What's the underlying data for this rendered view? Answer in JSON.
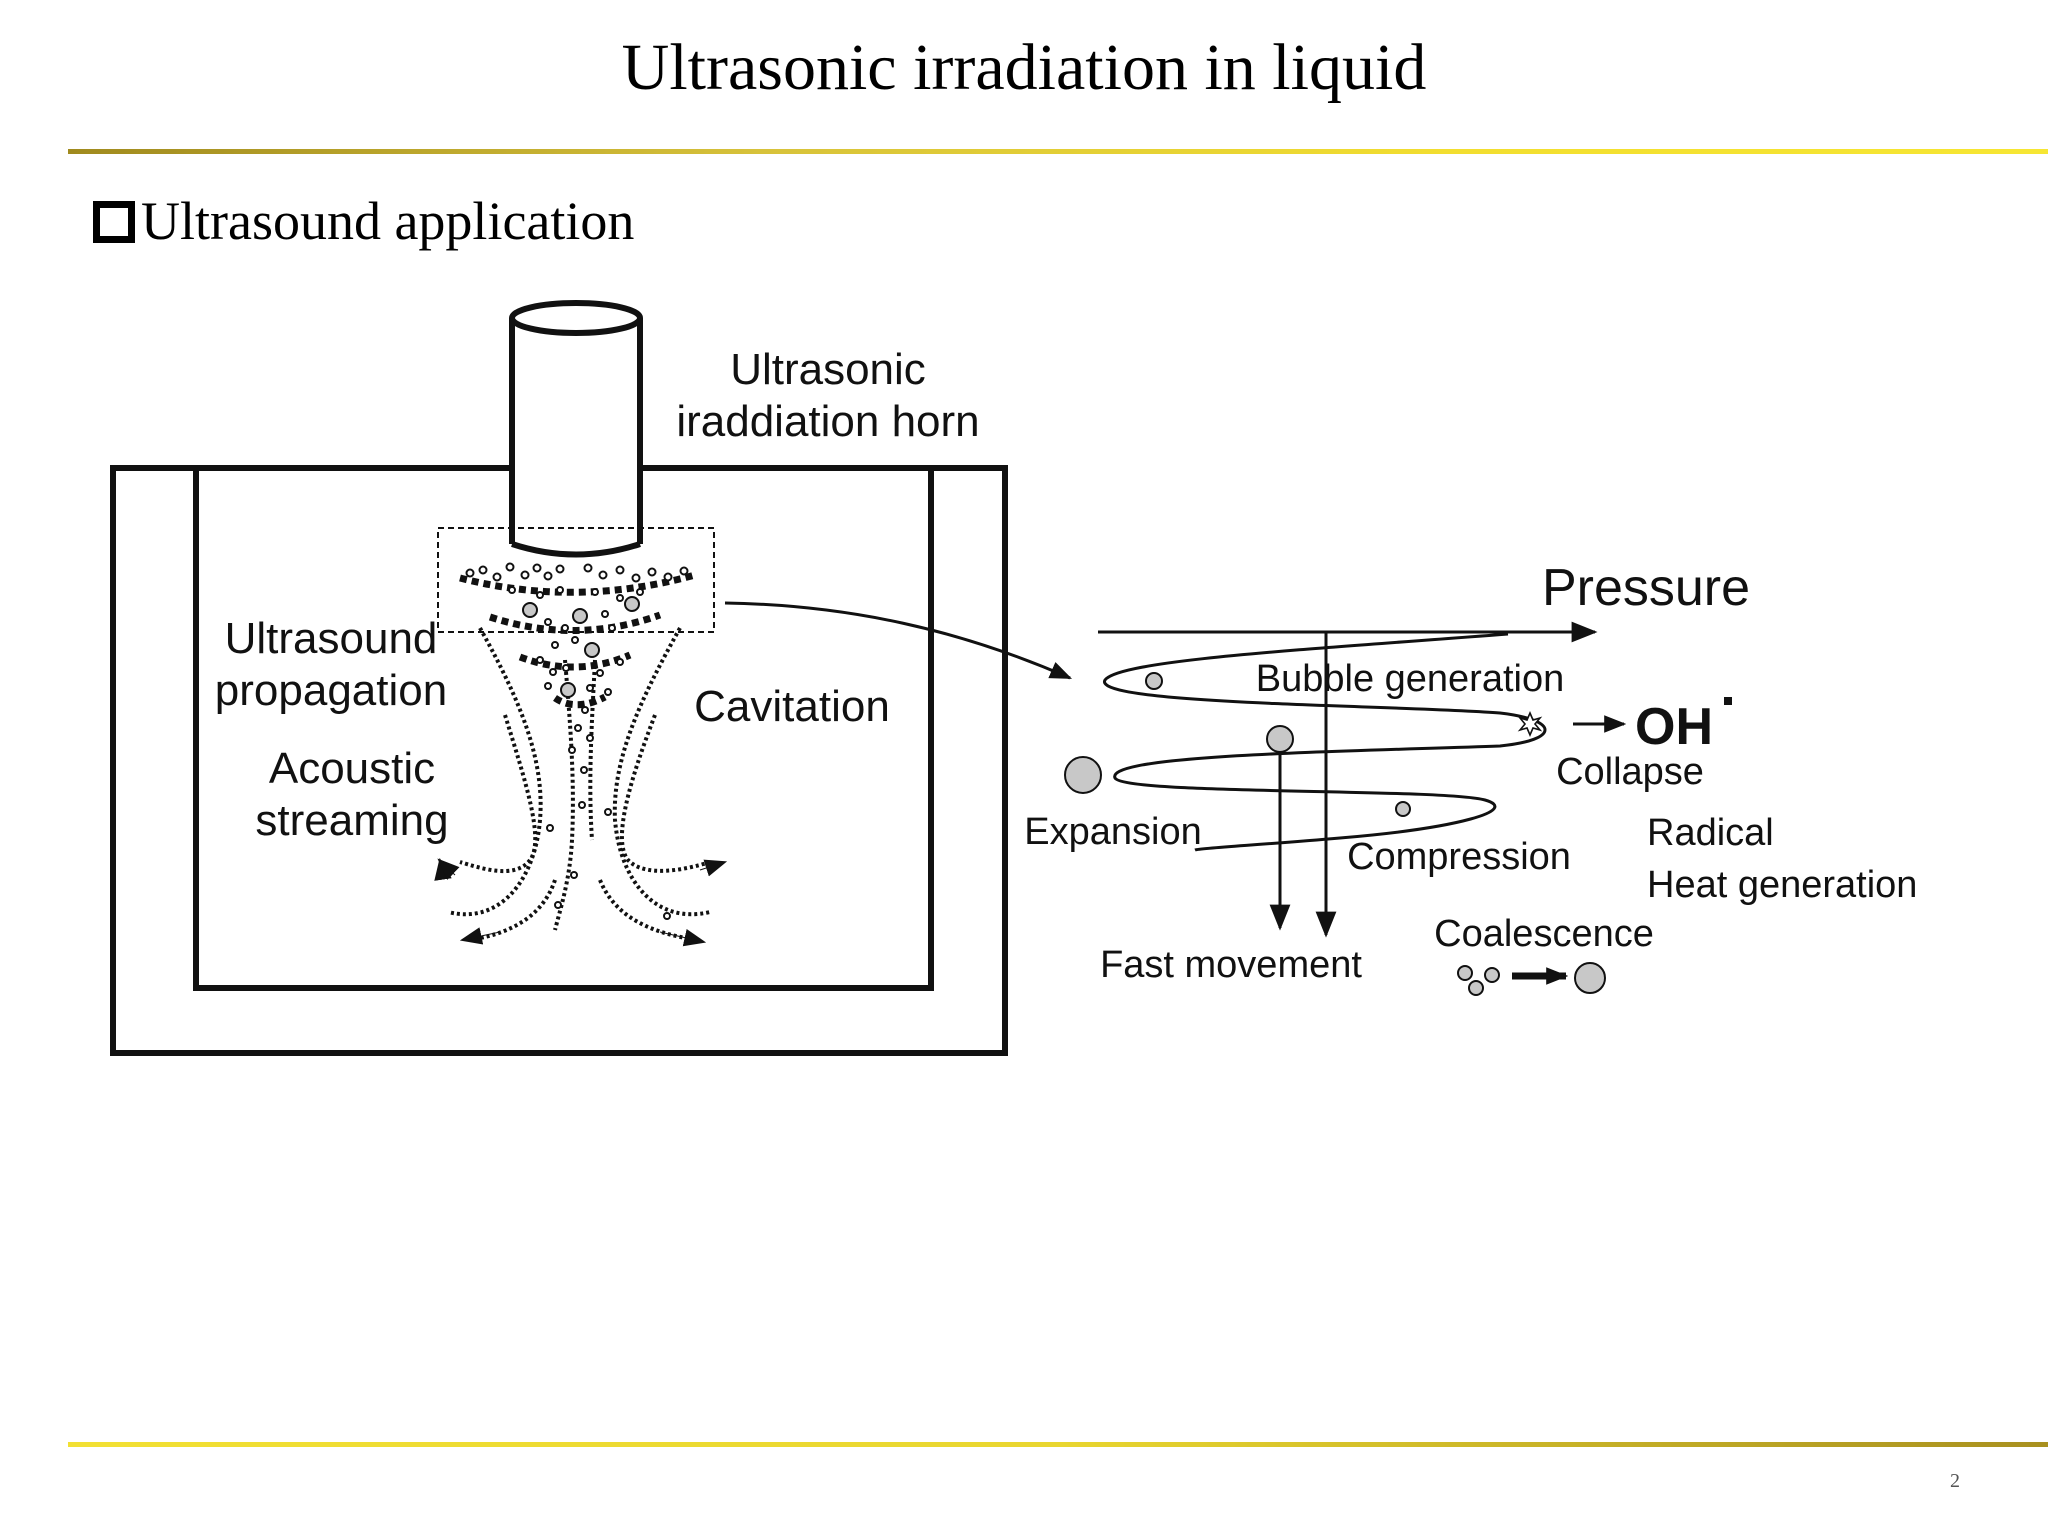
{
  "title": "Ultrasonic irradiation in liquid",
  "bullet": "Ultrasound application",
  "page_number": "2",
  "labels": {
    "horn_line1": "Ultrasonic",
    "horn_line2": "iraddiation horn",
    "propagation_line1": "Ultrasound",
    "propagation_line2": "propagation",
    "streaming_line1": "Acoustic",
    "streaming_line2": "streaming",
    "cavitation": "Cavitation",
    "pressure": "Pressure",
    "bubble_generation": "Bubble generation",
    "oh": "OH",
    "collapse": "Collapse",
    "expansion": "Expansion",
    "compression": "Compression",
    "radical": "Radical",
    "heat_generation": "Heat generation",
    "coalescence": "Coalescence",
    "fast_movement": "Fast movement"
  },
  "colors": {
    "rule_gold": "#d7c23a",
    "bubble_fill": "#c8c8c8",
    "ink": "#111111"
  }
}
